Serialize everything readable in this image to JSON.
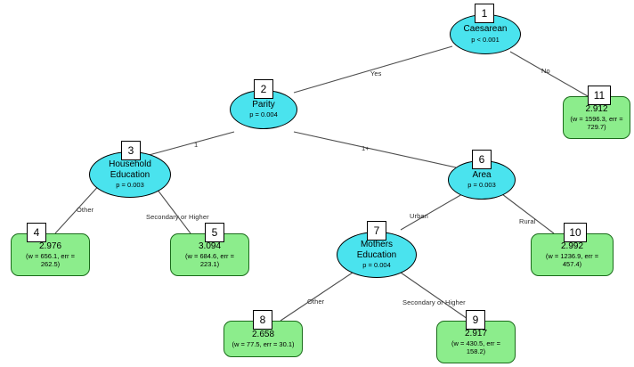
{
  "diagram": {
    "type": "decision-tree",
    "colors": {
      "split_node_fill": "#4ae3ee",
      "split_node_stroke": "#000000",
      "leaf_fill": "#8ced8c",
      "leaf_stroke": "#1a6b1a",
      "edge_stroke": "#4d4d4d",
      "id_chip_fill": "#ffffff",
      "background": "#ffffff"
    },
    "nodes": [
      {
        "id": "1",
        "kind": "split",
        "name": "Caesarean",
        "pvalue": "p < 0.001"
      },
      {
        "id": "2",
        "kind": "split",
        "name": "Parity",
        "pvalue": "p = 0.004"
      },
      {
        "id": "3",
        "kind": "split",
        "name": "Household Education",
        "pvalue": "p = 0.003"
      },
      {
        "id": "4",
        "kind": "leaf",
        "value": "2.976",
        "stats": "(w = 656.1, err = 262.5)",
        "w": 656.1,
        "err": 262.5
      },
      {
        "id": "5",
        "kind": "leaf",
        "value": "3.094",
        "stats": "(w = 684.6, err = 223.1)",
        "w": 684.6,
        "err": 223.1
      },
      {
        "id": "6",
        "kind": "split",
        "name": "Area",
        "pvalue": "p = 0.003"
      },
      {
        "id": "7",
        "kind": "split",
        "name": "Mothers Education",
        "pvalue": "p = 0.004"
      },
      {
        "id": "8",
        "kind": "leaf",
        "value": "2.658",
        "stats": "(w = 77.5, err = 30.1)",
        "w": 77.5,
        "err": 30.1
      },
      {
        "id": "9",
        "kind": "leaf",
        "value": "2.917",
        "stats": "(w = 430.5, err = 158.2)",
        "w": 430.5,
        "err": 158.2
      },
      {
        "id": "10",
        "kind": "leaf",
        "value": "2.992",
        "stats": "(w = 1236.9, err = 457.4)",
        "w": 1236.9,
        "err": 457.4
      },
      {
        "id": "11",
        "kind": "leaf",
        "value": "2.912",
        "stats": "(w = 1596.3, err = 729.7)",
        "w": 1596.3,
        "err": 729.7
      }
    ],
    "edges": [
      {
        "from": "1",
        "to": "2",
        "label": "Yes"
      },
      {
        "from": "1",
        "to": "11",
        "label": "No"
      },
      {
        "from": "2",
        "to": "3",
        "label": "1"
      },
      {
        "from": "2",
        "to": "6",
        "label": "1+"
      },
      {
        "from": "3",
        "to": "4",
        "label": "Other"
      },
      {
        "from": "3",
        "to": "5",
        "label": "Secondary or Higher"
      },
      {
        "from": "6",
        "to": "7",
        "label": "Urban"
      },
      {
        "from": "6",
        "to": "10",
        "label": "Rural"
      },
      {
        "from": "7",
        "to": "8",
        "label": "Other"
      },
      {
        "from": "7",
        "to": "9",
        "label": "Secondary or Higher"
      }
    ],
    "node_labels": {
      "n1_name": "Caesarean",
      "n1_p": "p < 0.001",
      "n1_id": "1",
      "n2_name": "Parity",
      "n2_p": "p = 0.004",
      "n2_id": "2",
      "n3_name_a": "Household",
      "n3_name_b": "Education",
      "n3_p": "p = 0.003",
      "n3_id": "3",
      "n4_val": "2.976",
      "n4_s1": "(w = 656.1, err =",
      "n4_s2": "262.5)",
      "n4_id": "4",
      "n5_val": "3.094",
      "n5_s1": "(w = 684.6, err =",
      "n5_s2": "223.1)",
      "n5_id": "5",
      "n6_name": "Area",
      "n6_p": "p = 0.003",
      "n6_id": "6",
      "n7_name_a": "Mothers",
      "n7_name_b": "Education",
      "n7_p": "p = 0.004",
      "n7_id": "7",
      "n8_val": "2.658",
      "n8_s1": "(w = 77.5, err = 30.1)",
      "n8_id": "8",
      "n9_val": "2.917",
      "n9_s1": "(w = 430.5, err =",
      "n9_s2": "158.2)",
      "n9_id": "9",
      "n10_val": "2.992",
      "n10_s1": "(w = 1236.9, err =",
      "n10_s2": "457.4)",
      "n10_id": "10",
      "n11_val": "2.912",
      "n11_s1": "(w = 1596.3, err =",
      "n11_s2": "729.7)",
      "n11_id": "11"
    },
    "edge_labels": {
      "e1_yes": "Yes",
      "e1_no": "No",
      "e2_left": "1",
      "e2_right": "1+",
      "e3_left": "Other",
      "e3_right": "Secondary or Higher",
      "e6_left": "Urban",
      "e6_right": "Rural",
      "e7_left": "Other",
      "e7_right": "Secondary or Higher"
    }
  }
}
